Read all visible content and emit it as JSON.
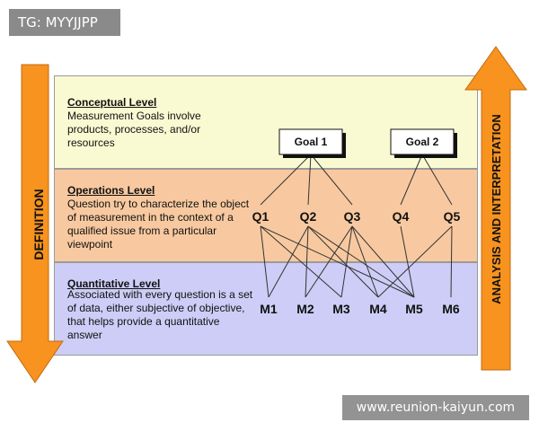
{
  "watermarks": {
    "top_left": "TG: MYYJJPP",
    "bottom_right": "www.reunion-kaiyun.com"
  },
  "arrows": {
    "left_label": "DEFINITION",
    "right_label": "ANALYSIS AND INTERPRETATION",
    "color": "#f7931e"
  },
  "levels": [
    {
      "title": "Conceptual Level",
      "desc": "Measurement Goals involve products, processes, and/or resources",
      "color": "#fafad2"
    },
    {
      "title": "Operations Level",
      "desc": "Question try to characterize the object of measurement in the context of a qualified issue from a particular viewpoint",
      "color": "#f8c9a0"
    },
    {
      "title": "Quantitative Level",
      "desc": "Associated with every question is a set of data, either subjective of objective, that helps provide a quantitative answer",
      "color": "#cdcdf7"
    }
  ],
  "goals": [
    "Goal 1",
    "Goal 2"
  ],
  "questions": [
    "Q1",
    "Q2",
    "Q3",
    "Q4",
    "Q5"
  ],
  "metrics": [
    "M1",
    "M2",
    "M3",
    "M4",
    "M5",
    "M6"
  ],
  "links": {
    "goal_question": [
      [
        0,
        0
      ],
      [
        0,
        1
      ],
      [
        0,
        2
      ],
      [
        1,
        3
      ],
      [
        1,
        4
      ]
    ],
    "question_metric": [
      [
        0,
        0
      ],
      [
        0,
        2
      ],
      [
        0,
        4
      ],
      [
        1,
        0
      ],
      [
        1,
        1
      ],
      [
        1,
        3
      ],
      [
        1,
        4
      ],
      [
        2,
        1
      ],
      [
        2,
        2
      ],
      [
        2,
        3
      ],
      [
        2,
        4
      ],
      [
        3,
        4
      ],
      [
        4,
        3
      ],
      [
        4,
        5
      ]
    ]
  }
}
